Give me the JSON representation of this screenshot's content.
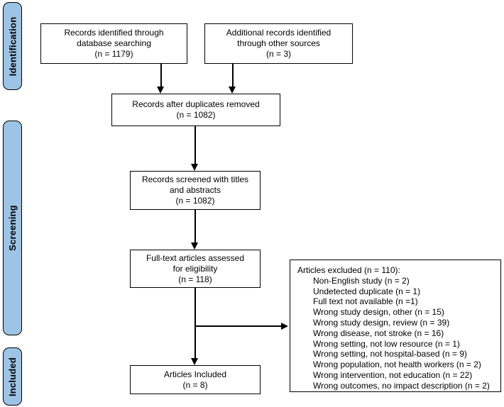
{
  "stages": [
    {
      "label": "Identification"
    },
    {
      "label": "Screening"
    },
    {
      "label": "Included"
    }
  ],
  "boxes": {
    "identified": {
      "lines": [
        "Records identified through",
        "database searching",
        "(n = 1179)"
      ]
    },
    "additional": {
      "lines": [
        "Additional records identified",
        "through other sources",
        "(n = 3)"
      ]
    },
    "deduplicated": {
      "lines": [
        "Records after duplicates removed",
        "(n = 1082)"
      ]
    },
    "screened": {
      "lines": [
        "Records screened with titles",
        "and abstracts",
        "(n = 1082)"
      ]
    },
    "fulltext": {
      "lines": [
        "Full-text articles assessed",
        "for eligibility",
        "(n = 118)"
      ]
    },
    "excluded": {
      "header": "Articles excluded (n = 110):",
      "reasons": [
        "Non-English study (n = 2)",
        "Undetected duplicate (n = 1)",
        "Full text not available (n =1)",
        "Wrong study design, other (n = 15)",
        "Wrong study design, review (n = 39)",
        "Wrong disease, not stroke (n = 16)",
        "Wrong setting, not low resource (n = 1)",
        "Wrong setting, not hospital-based (n = 9)",
        "Wrong population, not health workers (n = 2)",
        "Wrong intervention, not education (n = 22)",
        "Wrong outcomes, no impact description (n = 2)"
      ]
    },
    "included_articles": {
      "lines": [
        "Articles Included",
        "(n = 8)"
      ]
    }
  },
  "colors": {
    "stage_fill": "#9DC3E6",
    "box_border": "#000000"
  }
}
